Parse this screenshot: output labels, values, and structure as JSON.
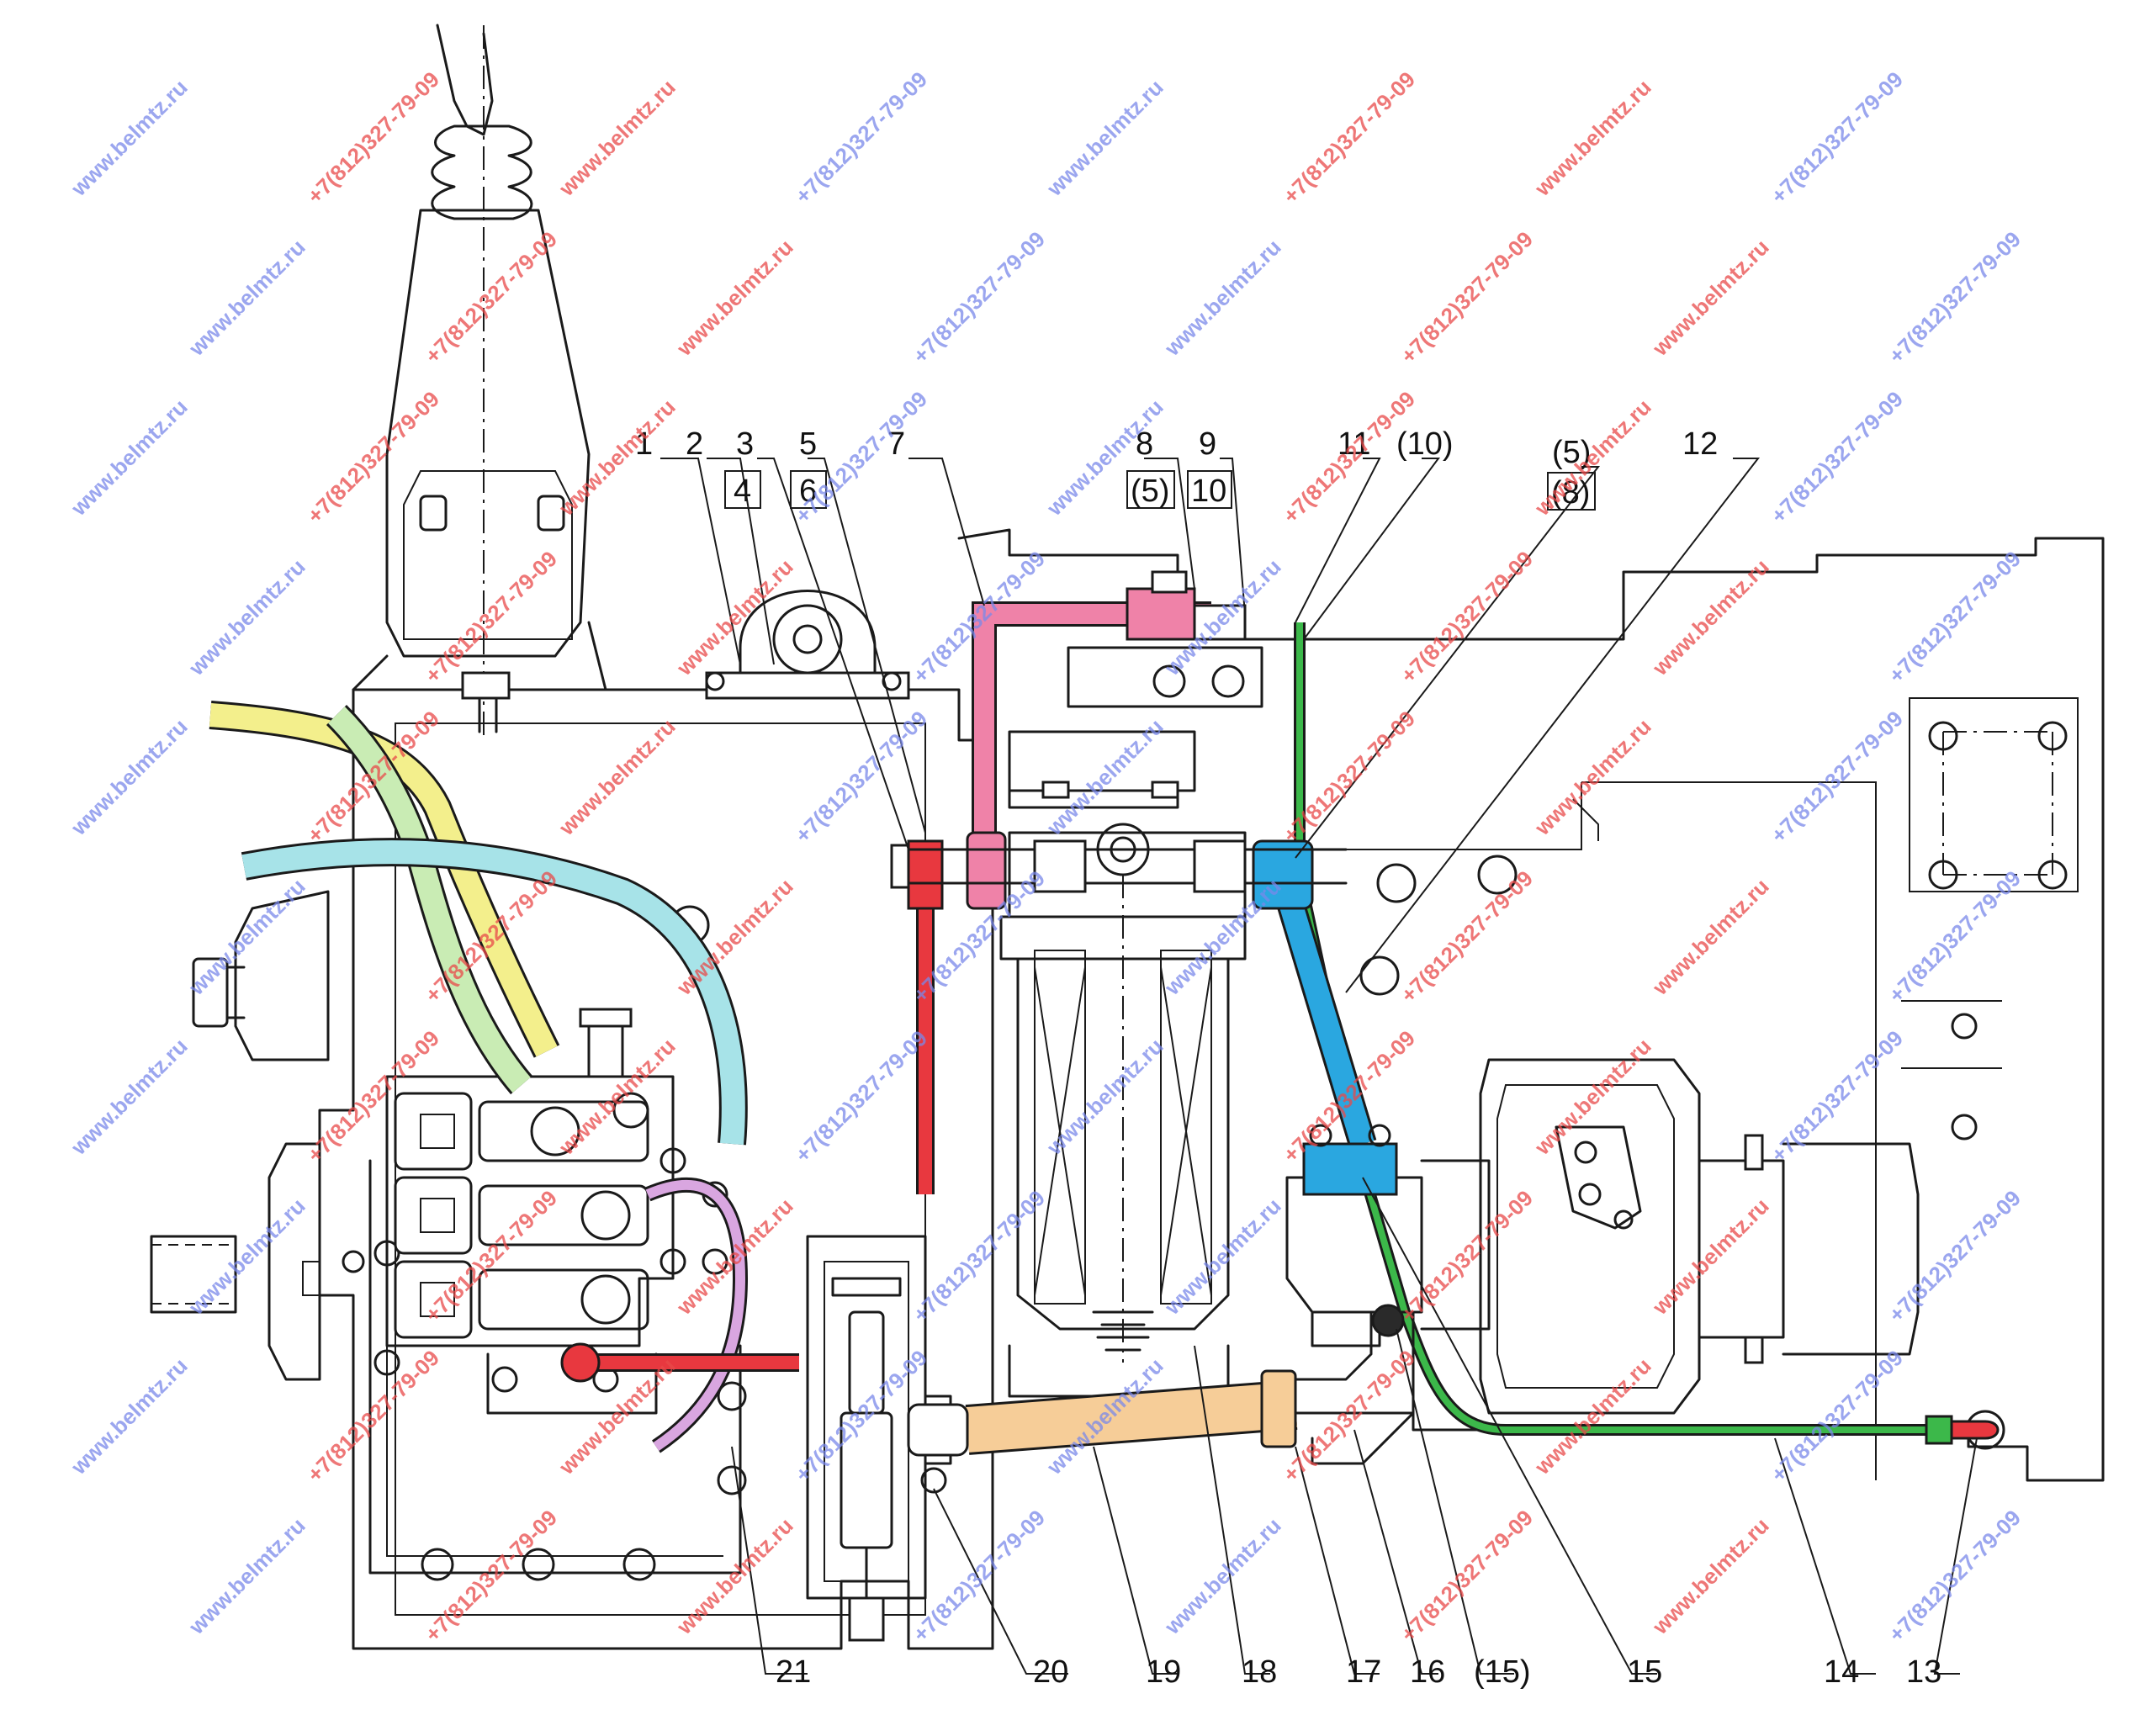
{
  "colors": {
    "red_line": "#e8383f",
    "pink_line": "#ef82a8",
    "green_line": "#3cb84a",
    "blue_line": "#2aa7e0",
    "yellow_line": "#f3ef8c",
    "cyan_line": "#a7e3e8",
    "violet_line": "#d9a6e0",
    "orange_line": "#f6cd98",
    "pale_green_line": "#c9ecb4",
    "watermark_red": "#e84a4a",
    "watermark_blue": "#7a88ea"
  },
  "watermarks": {
    "site": "www.belmtz.ru",
    "phone": "+7(812)327-79-09"
  },
  "callouts": {
    "c1": "1",
    "c2": "2",
    "c3": "3",
    "c4": "4",
    "c5": "5",
    "c6": "6",
    "c7": "7",
    "c8": "8",
    "c8b": "(5)",
    "c9": "9",
    "c9b": "10",
    "c11": "11",
    "c10p": "(10)",
    "c5p": "(5)",
    "c8p": "(8)",
    "c12": "12",
    "c21": "21",
    "c20": "20",
    "c19": "19",
    "c18": "18",
    "c17": "17",
    "c16": "16",
    "c15p": "(15)",
    "c15": "15",
    "c14": "14",
    "c13": "13"
  }
}
